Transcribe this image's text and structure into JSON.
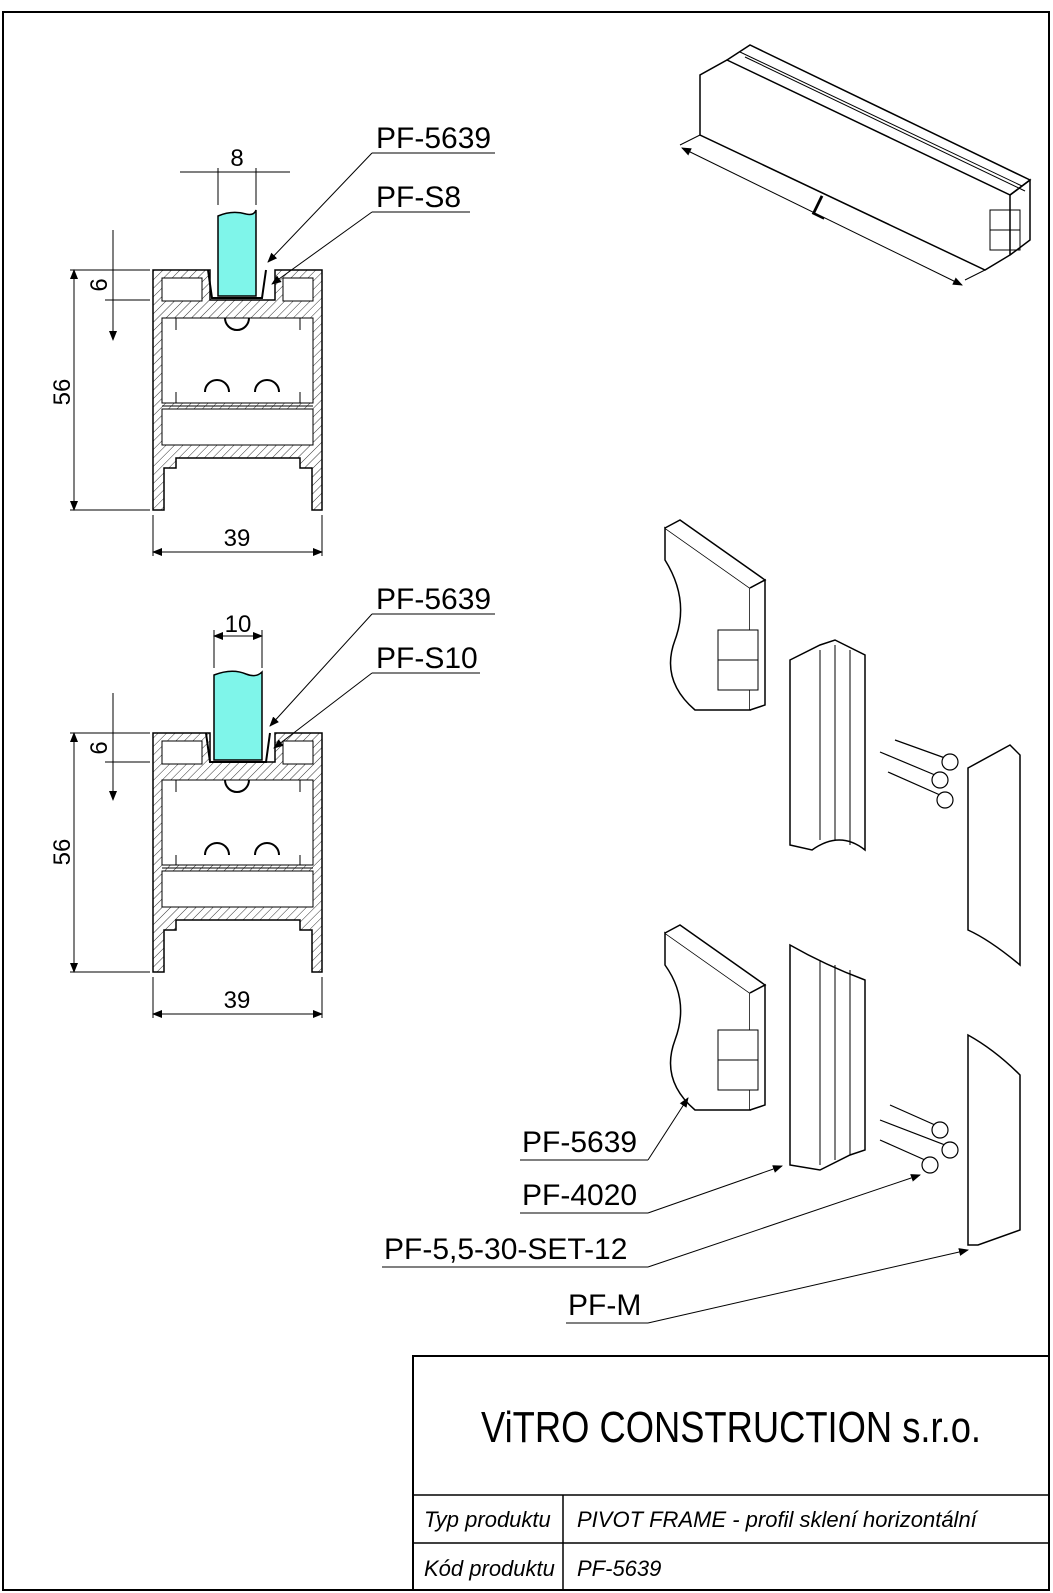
{
  "section_top": {
    "glass_width": "8",
    "depth": "6",
    "height": "56",
    "width": "39",
    "callouts": [
      "PF-5639",
      "PF-S8"
    ]
  },
  "section_bottom": {
    "glass_width": "10",
    "depth": "6",
    "height": "56",
    "width": "39",
    "callouts": [
      "PF-5639",
      "PF-S10"
    ]
  },
  "length_label": "L",
  "assembly_callouts": [
    "PF-5639",
    "PF-4020",
    "PF-5,5-30-SET-12",
    "PF-M"
  ],
  "title_block": {
    "company": "ViTRO CONSTRUCTION s.r.o.",
    "rows": [
      {
        "label": "Typ produktu",
        "value": "PIVOT FRAME - profil sklení horizontální"
      },
      {
        "label": "Kód produktu",
        "value": "PF-5639"
      }
    ]
  },
  "colors": {
    "glass": "#7ff5ea",
    "line": "#000000"
  }
}
